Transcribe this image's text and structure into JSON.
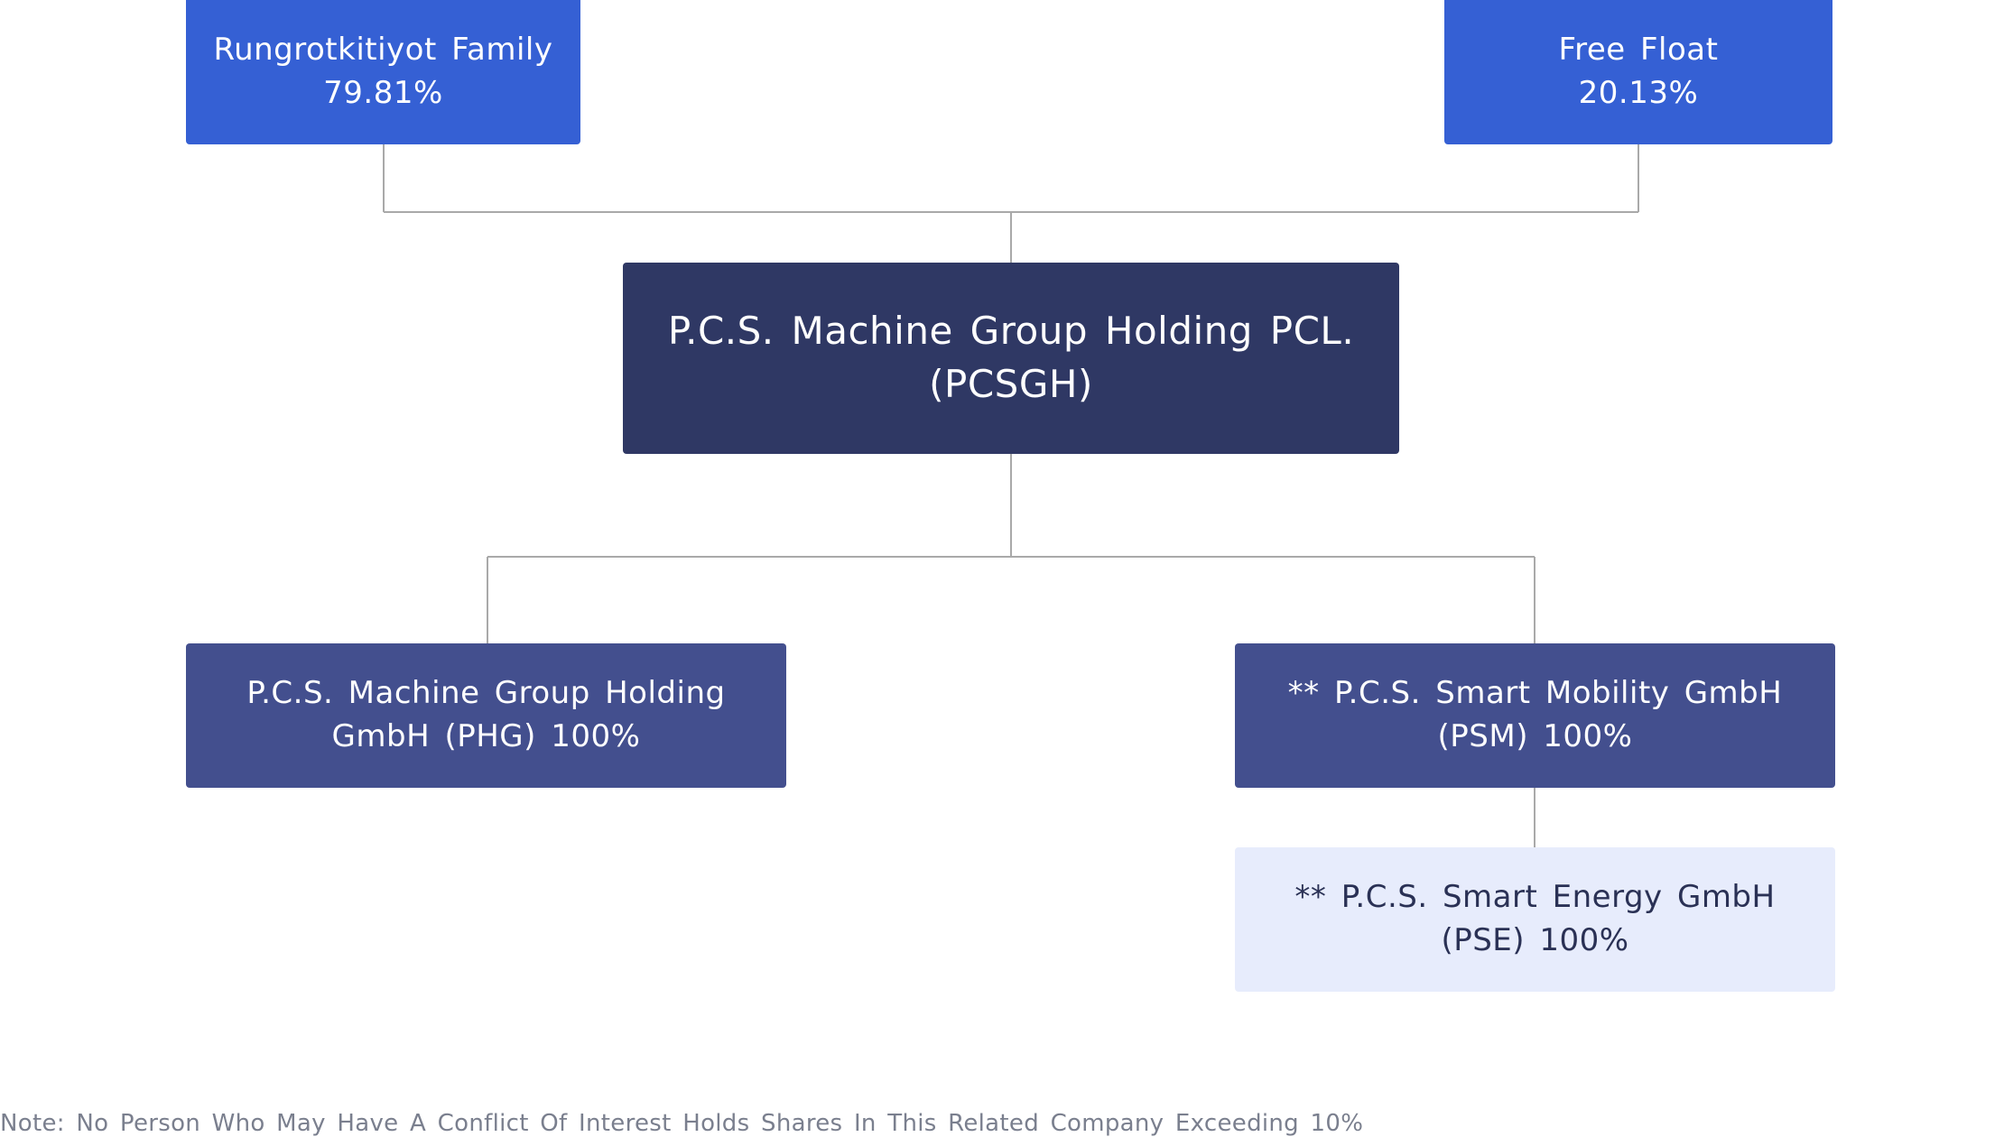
{
  "nodes": {
    "rungrotkitiyot": {
      "line1": "Rungrotkitiyot Family",
      "line2": "79.81%"
    },
    "free_float": {
      "line1": "Free Float",
      "line2": "20.13%"
    },
    "pcsgh": {
      "line1": "P.C.S. Machine Group Holding PCL.",
      "line2": "(PCSGH)"
    },
    "phg": {
      "line1": "P.C.S. Machine Group Holding",
      "line2": "GmbH (PHG) 100%"
    },
    "psm": {
      "line1": "** P.C.S. Smart Mobility GmbH",
      "line2": "(PSM) 100%"
    },
    "pse": {
      "line1": "** P.C.S. Smart Energy GmbH",
      "line2": "(PSE) 100%"
    }
  },
  "note": "Note: No Person Who May Have A Conflict Of Interest Holds Shares In This Related Company Exceeding 10%",
  "colors": {
    "shareholder": "#3560d4",
    "holding": "#2f3864",
    "subsidiary": "#434f8e",
    "sub_subsidiary": "#e7ecfc",
    "connector": "#a9a9a9",
    "note_text": "#7a7f8e"
  }
}
